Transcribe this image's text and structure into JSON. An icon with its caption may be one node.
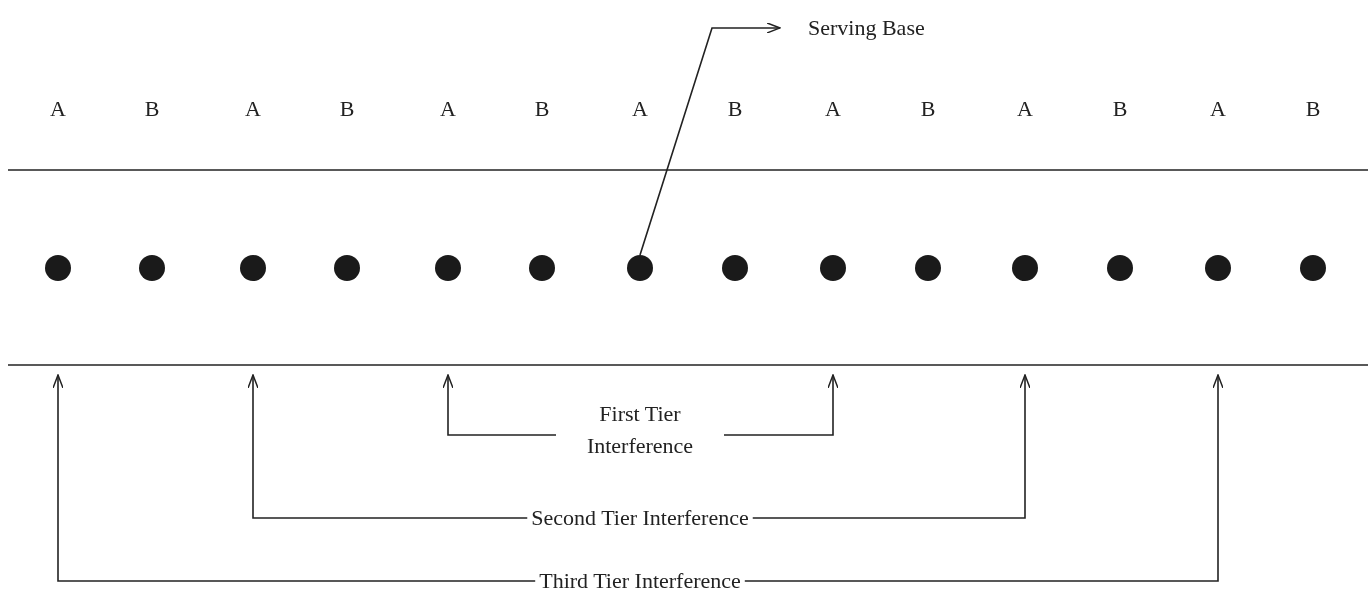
{
  "diagram": {
    "nodes": [
      {
        "text": [
          "Serving Base"
        ]
      },
      {
        "text": [],
        "shape": "circle"
      },
      {
        "text": [],
        "shape": "circle"
      },
      {
        "text": [],
        "shape": "circle"
      },
      {
        "text": [],
        "shape": "circle"
      },
      {
        "text": [],
        "shape": "circle"
      },
      {
        "text": [],
        "shape": "circle"
      },
      {
        "text": [],
        "shape": "circle"
      },
      {
        "text": [],
        "shape": "circle"
      },
      {
        "text": [],
        "shape": "circle"
      },
      {
        "text": [],
        "shape": "circle"
      },
      {
        "text": [],
        "shape": "circle"
      },
      {
        "text": [],
        "shape": "circle"
      },
      {
        "text": [],
        "shape": "circle"
      },
      {
        "text": [],
        "shape": "circle"
      },
      {
        "text": [
          "First Tier Interference"
        ]
      },
      {
        "text": [
          "Second Tier Interference"
        ]
      },
      {
        "text": [
          "Third Tier Interference"
        ]
      }
    ],
    "edges": [
      {
        "from": 7,
        "to": 0,
        "arrow": "to"
      },
      {
        "from": 15,
        "to": null,
        "arrow": "to"
      },
      {
        "from": 15,
        "to": null,
        "arrow": "to"
      },
      {
        "from": 16,
        "to": null,
        "arrow": "to"
      },
      {
        "from": 16,
        "to": null,
        "arrow": "to"
      },
      {
        "from": 17,
        "to": null,
        "arrow": "to"
      },
      {
        "from": 17,
        "to": null,
        "arrow": "to"
      }
    ],
    "labels": [
      "A",
      "B",
      "A",
      "B",
      "A",
      "B",
      "A",
      "B",
      "A",
      "B",
      "A",
      "B",
      "A",
      "B"
    ]
  }
}
